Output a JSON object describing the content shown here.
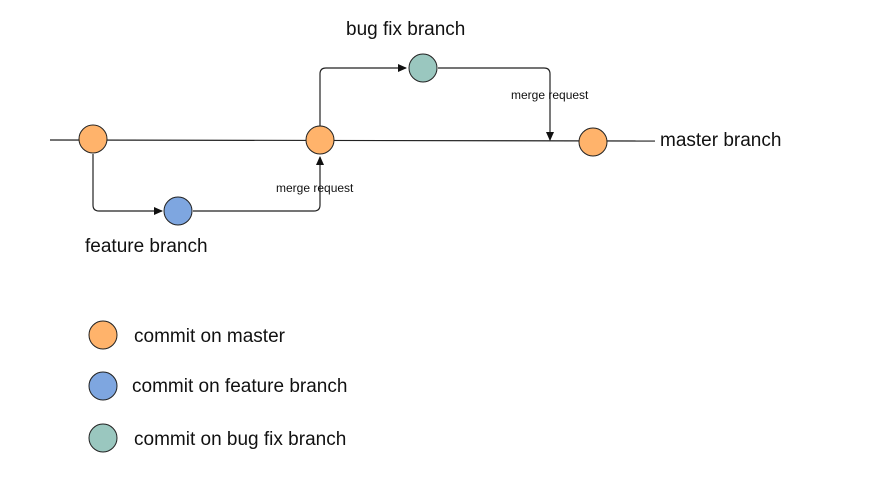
{
  "colors": {
    "master_commit": "#ffb36b",
    "feature_commit": "#7ea6e0",
    "bugfix_commit": "#9ac7bf",
    "stroke": "#222222"
  },
  "labels": {
    "bug_fix_branch": "bug fix branch",
    "master_branch": "master branch",
    "feature_branch": "feature branch",
    "merge_request_feature": "merge request",
    "merge_request_bugfix": "merge request"
  },
  "legend": {
    "items": [
      {
        "label": "commit on master",
        "color": "#ffb36b"
      },
      {
        "label": "commit on feature branch",
        "color": "#7ea6e0"
      },
      {
        "label": "commit on bug fix branch",
        "color": "#9ac7bf"
      }
    ]
  }
}
